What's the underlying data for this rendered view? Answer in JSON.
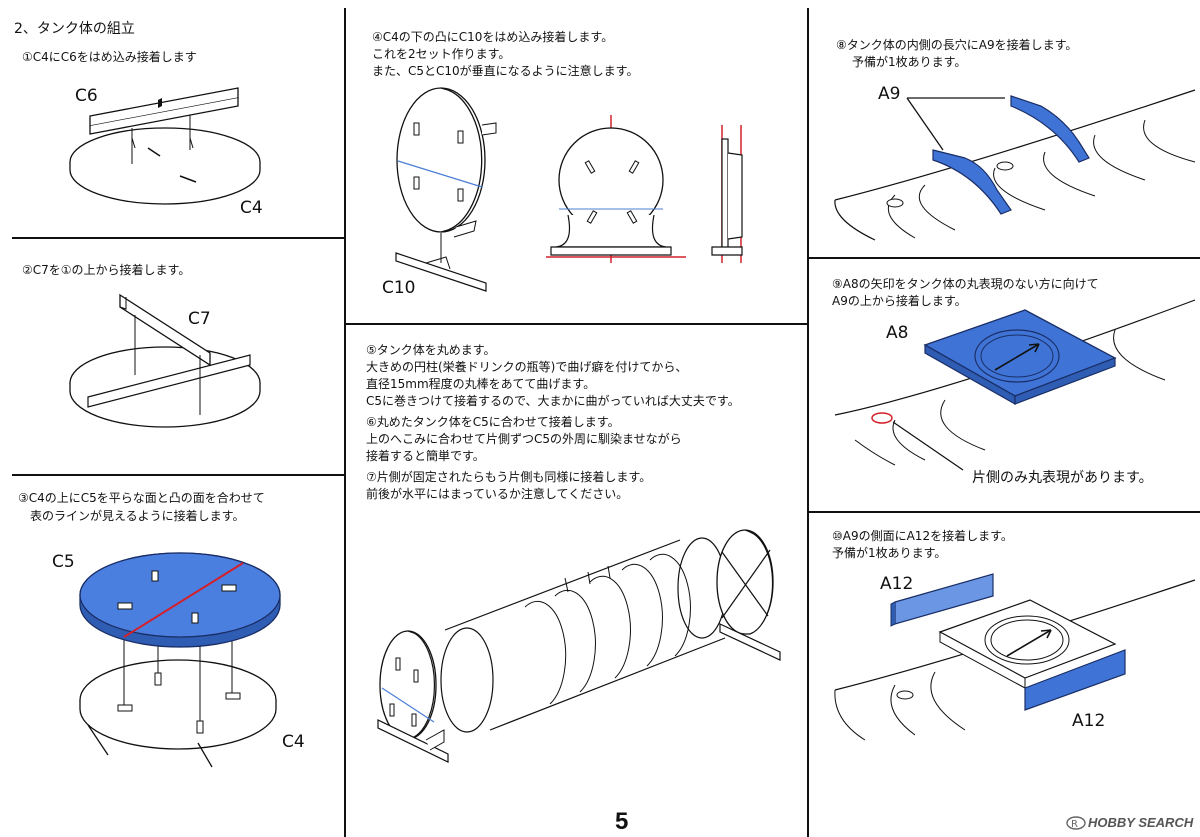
{
  "section_title": "2、タンク体の組立",
  "steps": {
    "s1": {
      "text": "①C4にC6をはめ込み接着します"
    },
    "s2": {
      "text": "②C7を①の上から接着します。"
    },
    "s3": {
      "line1": "③C4の上にC5を平らな面と凸の面を合わせて",
      "line2": "表のラインが見えるように接着します。"
    },
    "s4": {
      "line1": "④C4の下の凸にC10をはめ込み接着します。",
      "line2": "これを2セット作ります。",
      "line3": "また、C5とC10が垂直になるように注意します。"
    },
    "s5": {
      "line1": "⑤タンク体を丸めます。",
      "line2": "大きめの円柱(栄養ドリンクの瓶等)で曲げ癖を付けてから、",
      "line3": "直径15mm程度の丸棒をあてて曲げます。",
      "line4": "C5に巻きつけて接着するので、大まかに曲がっていれば大丈夫です。",
      "line5": "⑥丸めたタンク体をC5に合わせて接着します。",
      "line6": "上のへこみに合わせて片側ずつC5の外周に馴染ませながら",
      "line7": "接着すると簡単です。",
      "line8": "⑦片側が固定されたらもう片側も同様に接着します。",
      "line9": "前後が水平にはまっているか注意してください。"
    },
    "s8": {
      "line1": "⑧タンク体の内側の長穴にA9を接着します。",
      "line2": "予備が1枚あります。"
    },
    "s9": {
      "line1": "⑨A8の矢印をタンク体の丸表現のない方に向けて",
      "line2": "A9の上から接着します。",
      "note": "片側のみ丸表現があります。"
    },
    "s10": {
      "line1": "⑩A9の側面にA12を接着します。",
      "line2": "予備が1枚あります。"
    }
  },
  "part_labels": {
    "c6": "C6",
    "c4a": "C4",
    "c7": "C7",
    "c5": "C5",
    "c4b": "C4",
    "c10": "C10",
    "a9": "A9",
    "a8": "A8",
    "a12a": "A12",
    "a12b": "A12"
  },
  "page_number": "5",
  "watermark": "HOBBY SEARCH",
  "colors": {
    "part_highlight": "#3f74d6",
    "part_light": "#a9c2ea",
    "guide_red": "#d4202a",
    "guide_blue": "#4b7fd6"
  }
}
